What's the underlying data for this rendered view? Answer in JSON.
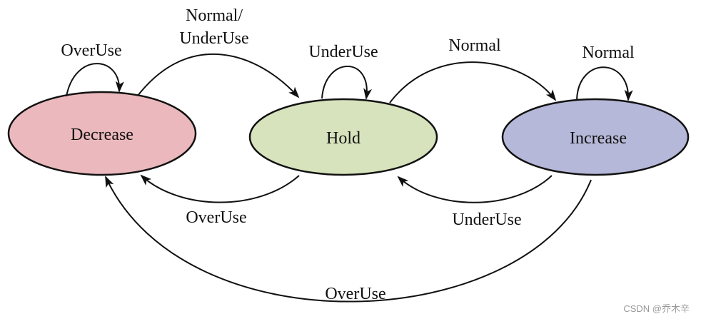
{
  "states": {
    "decrease": {
      "label": "Decrease",
      "color": "#ebb9bd"
    },
    "hold": {
      "label": "Hold",
      "color": "#d7e3bc"
    },
    "increase": {
      "label": "Increase",
      "color": "#b5b8d8"
    }
  },
  "transitions": {
    "decrease_self": "OverUse",
    "decrease_to_hold_line1": "Normal/",
    "decrease_to_hold_line2": "UnderUse",
    "hold_self": "UnderUse",
    "hold_to_increase": "Normal",
    "increase_self": "Normal",
    "hold_to_decrease": "OverUse",
    "increase_to_hold": "UnderUse",
    "increase_to_decrease": "OverUse"
  },
  "watermark": "CSDN @乔木辛"
}
